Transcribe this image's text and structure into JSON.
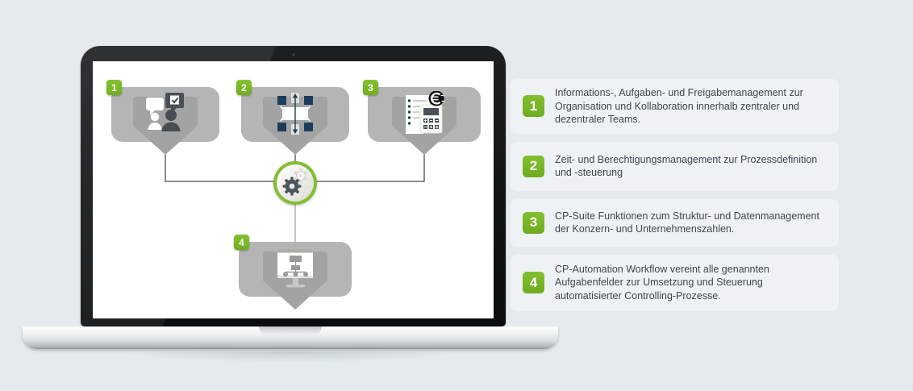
{
  "colors": {
    "page_background": "#e4eaed",
    "panel_background": "#eef2f5",
    "accent_green": "#79b829",
    "node_gray": "#b5b5b5",
    "shadow_gray": "#a3a3a3",
    "navy": "#1c3c5a",
    "text": "#3f4650"
  },
  "diagram": {
    "nodes": [
      {
        "label": "1",
        "icon": "chat-task-icon"
      },
      {
        "label": "2",
        "icon": "process-flow-icon"
      },
      {
        "label": "3",
        "icon": "document-calculator-euro-icon"
      },
      {
        "label": "4",
        "icon": "workflow-monitor-icon"
      }
    ],
    "hub": {
      "icon": "gears-icon"
    }
  },
  "legend": {
    "items": [
      {
        "number": "1",
        "text": "Informations-, Aufgaben- und Freigabemanagement zur Organisation und Kollaboration innerhalb zentraler und dezentraler Teams."
      },
      {
        "number": "2",
        "text": "Zeit- und Berechtigungsmanagement zur Prozessdefinition und -steuerung"
      },
      {
        "number": "3",
        "text": "CP-Suite Funktionen zum Struktur- und Datenmanagement der Konzern- und Unternehmenszahlen."
      },
      {
        "number": "4",
        "text": "CP-Automation Workflow vereint alle genannten Aufgabenfelder zur Umsetzung und Steuerung automatisierter Controlling-Prozesse."
      }
    ]
  }
}
